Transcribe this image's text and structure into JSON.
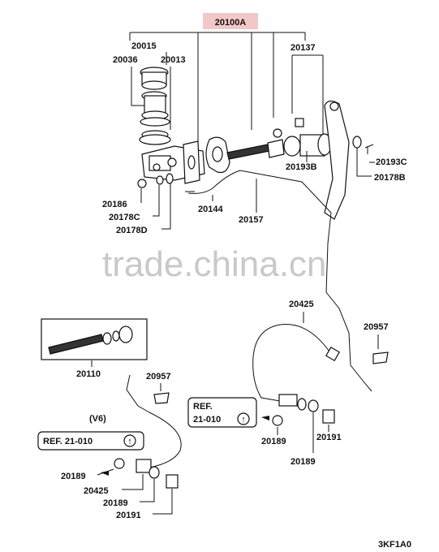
{
  "header_part": "20100A",
  "header_color": "#f4c7c7",
  "watermark": "trade.china.cn",
  "labels": {
    "p20015": "20015",
    "p20036": "20036",
    "p20013": "20013",
    "p20137": "20137",
    "p20193B": "20193B",
    "p20193C": "20193C",
    "p20178B": "20178B",
    "p20186": "20186",
    "p20178C": "20178C",
    "p20178D": "20178D",
    "p20144": "20144",
    "p20157": "20157",
    "p20425_top": "20425",
    "p20957_right": "20957",
    "p20110": "20110",
    "p20957_left": "20957",
    "v6": "(V6)",
    "p20189_left1": "20189",
    "p20425_left": "20425",
    "p20189_left2": "20189",
    "p20191_left": "20191",
    "p20189_right1": "20189",
    "p20191_right": "20191",
    "p20189_right2": "20189",
    "code": "3KF1A0"
  },
  "refs": {
    "left_ref": "REF. 21-010",
    "right_ref_line1": "REF.",
    "right_ref_line2": "21-010",
    "ref_icon_symbol": "↑"
  }
}
